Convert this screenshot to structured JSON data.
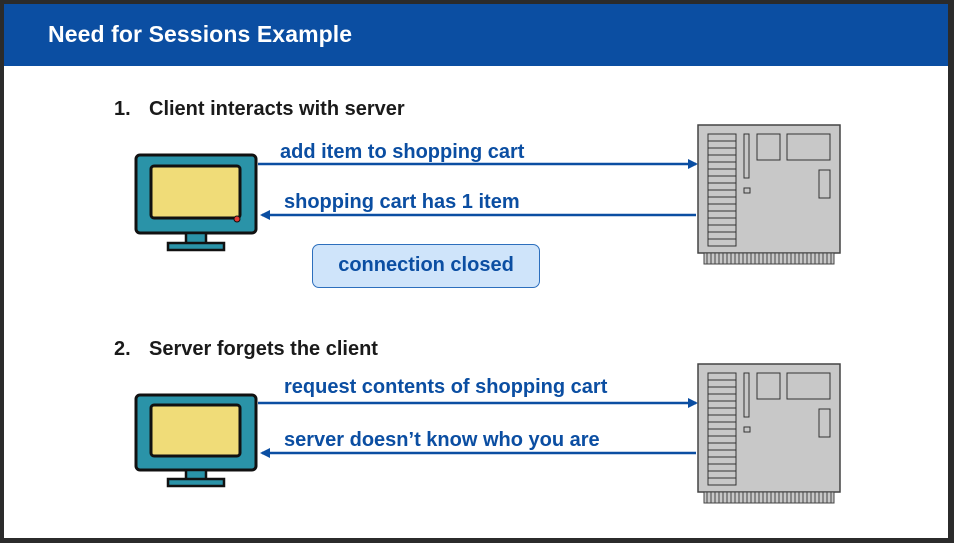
{
  "header": {
    "title": "Need for Sessions Example"
  },
  "steps": [
    {
      "number": "1.",
      "title": "Client interacts with server",
      "request_label": "add item to shopping cart",
      "response_label": "shopping cart has 1 item",
      "badge": "connection closed"
    },
    {
      "number": "2.",
      "title": "Server forgets the client",
      "request_label": "request contents of shopping cart",
      "response_label": "server doesn’t know who you are"
    }
  ],
  "colors": {
    "header_bg": "#0b4ea2",
    "arrow": "#0b4ea2",
    "monitor_body": "#2a93a8",
    "monitor_screen": "#f0dc78",
    "server_body": "#c8c8c8",
    "badge_bg": "#cfe4fa"
  }
}
